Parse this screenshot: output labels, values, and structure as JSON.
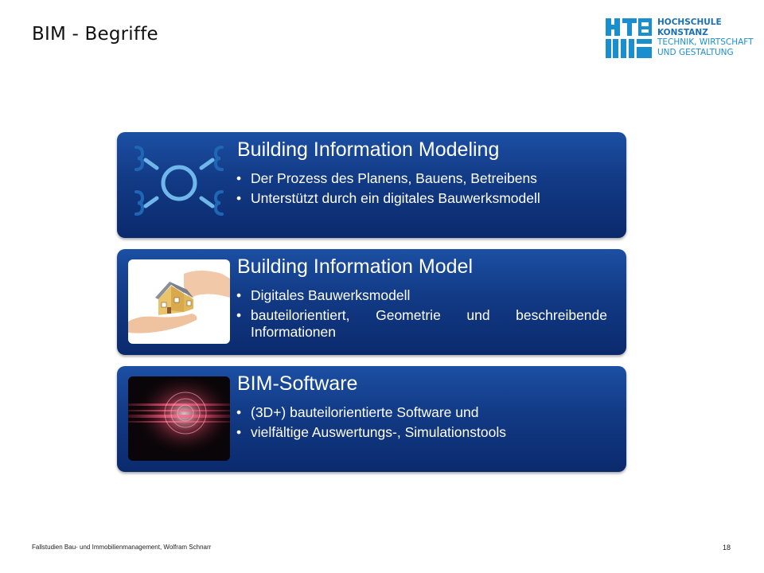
{
  "slide": {
    "title": "BIM - Begriffe",
    "footer": "Fallstudien Bau- und Immobilienmanagement, Wolfram Schnarr",
    "page_number": "18"
  },
  "logo": {
    "lines": [
      "HOCHSCHULE",
      "KONSTANZ",
      "TECHNIK, WIRTSCHAFT",
      "UND GESTALTUNG"
    ],
    "color": "#1a8fd0"
  },
  "cards": [
    {
      "title": "Building Information Modeling",
      "icon": "process-cycle-icon",
      "bullets": [
        "Der Prozess des Planens, Bauens, Betreibens",
        "Unterstützt durch ein digitales Bauwerksmodell"
      ]
    },
    {
      "title": "Building Information Model",
      "icon": "house-in-hands-image",
      "bullets": [
        "Digitales Bauwerksmodell",
        "bauteilorientiert, Geometrie und beschreibende Informationen"
      ]
    },
    {
      "title": "BIM-Software",
      "icon": "light-speed-image",
      "bullets": [
        "(3D+) bauteilorientierte Software und",
        "vielfältige Auswertungs-, Simulationstools"
      ]
    }
  ],
  "colors": {
    "card_top": "#1c4fa3",
    "card_bottom": "#0b2a6d",
    "accent": "#1a8fd0"
  }
}
